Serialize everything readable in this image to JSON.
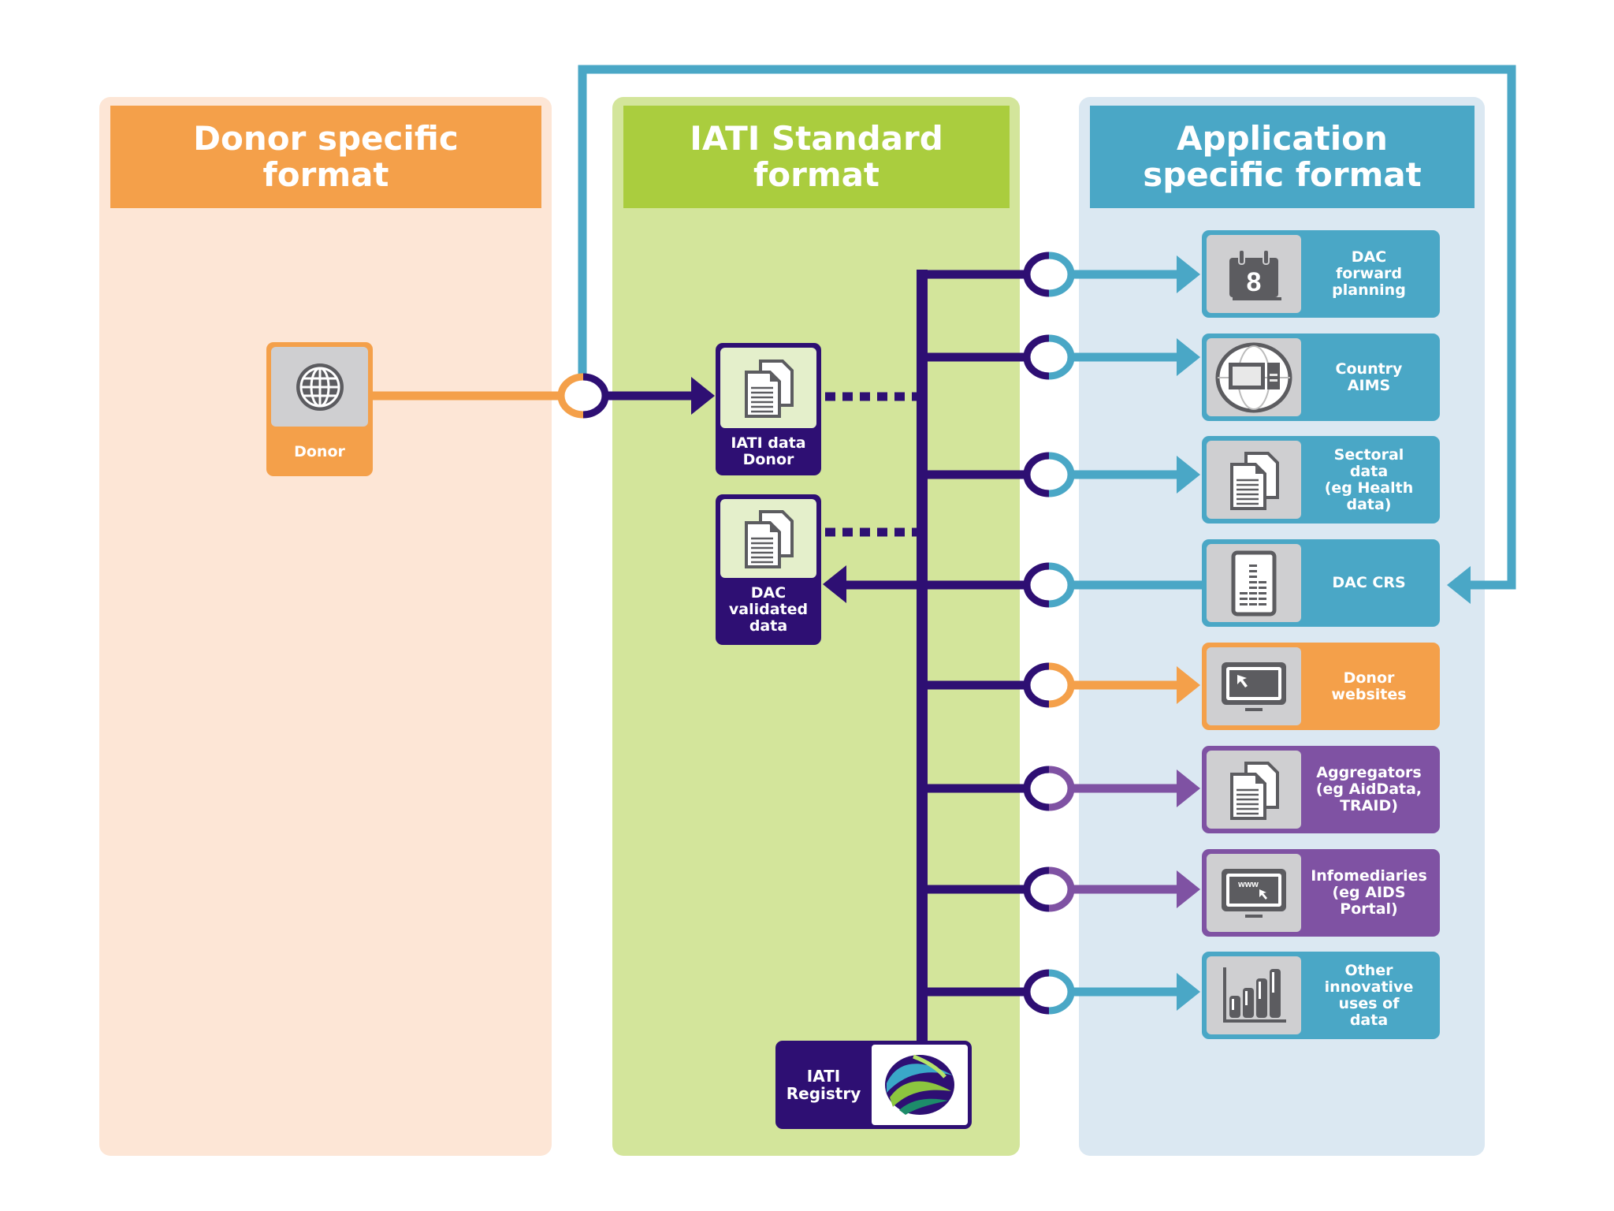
{
  "colors": {
    "donor_orange": "#f4a04a",
    "donor_panel_bg": "#fde6d6",
    "iati_green": "#aacd3e",
    "iati_panel_bg": "#d3e59b",
    "app_blue": "#4aa7c6",
    "app_panel_bg": "#dbe8f2",
    "navy": "#2e0f73",
    "purple": "#7f52a3",
    "icon_grey": "#cfcfd1"
  },
  "panels": {
    "donor": {
      "title": "Donor specific\nformat"
    },
    "iati": {
      "title": "IATI Standard\nformat"
    },
    "application": {
      "title": "Application\nspecific format"
    }
  },
  "donor_node": {
    "label": "Donor",
    "icon": "globe-icon"
  },
  "iati_nodes": [
    {
      "label": "IATI data\nDonor",
      "icon": "documents-icon"
    },
    {
      "label": "DAC\nvalidated\ndata",
      "icon": "documents-icon"
    }
  ],
  "registry": {
    "label": "IATI\nRegistry",
    "icon": "iati-logo-icon"
  },
  "applications": [
    {
      "label": "DAC\nforward\nplanning",
      "icon": "calendar-icon",
      "color": "blue"
    },
    {
      "label": "Country\nAIMS",
      "icon": "computer-globe-icon",
      "color": "blue"
    },
    {
      "label": "Sectoral\ndata\n(eg Health\ndata)",
      "icon": "documents-icon",
      "color": "blue"
    },
    {
      "label": "DAC CRS",
      "icon": "report-icon",
      "color": "blue"
    },
    {
      "label": "Donor\nwebsites",
      "icon": "monitor-cursor-icon",
      "color": "orange"
    },
    {
      "label": "Aggregators\n(eg AidData,\nTRAID)",
      "icon": "documents-icon",
      "color": "purple"
    },
    {
      "label": "Infomediaries\n(eg AIDS\nPortal)",
      "icon": "monitor-www-icon",
      "color": "purple"
    },
    {
      "label": "Other\ninnovative\nuses of\ndata",
      "icon": "bar-chart-icon",
      "color": "blue"
    }
  ],
  "monitor_www_text": "www",
  "calendar_day": "8"
}
